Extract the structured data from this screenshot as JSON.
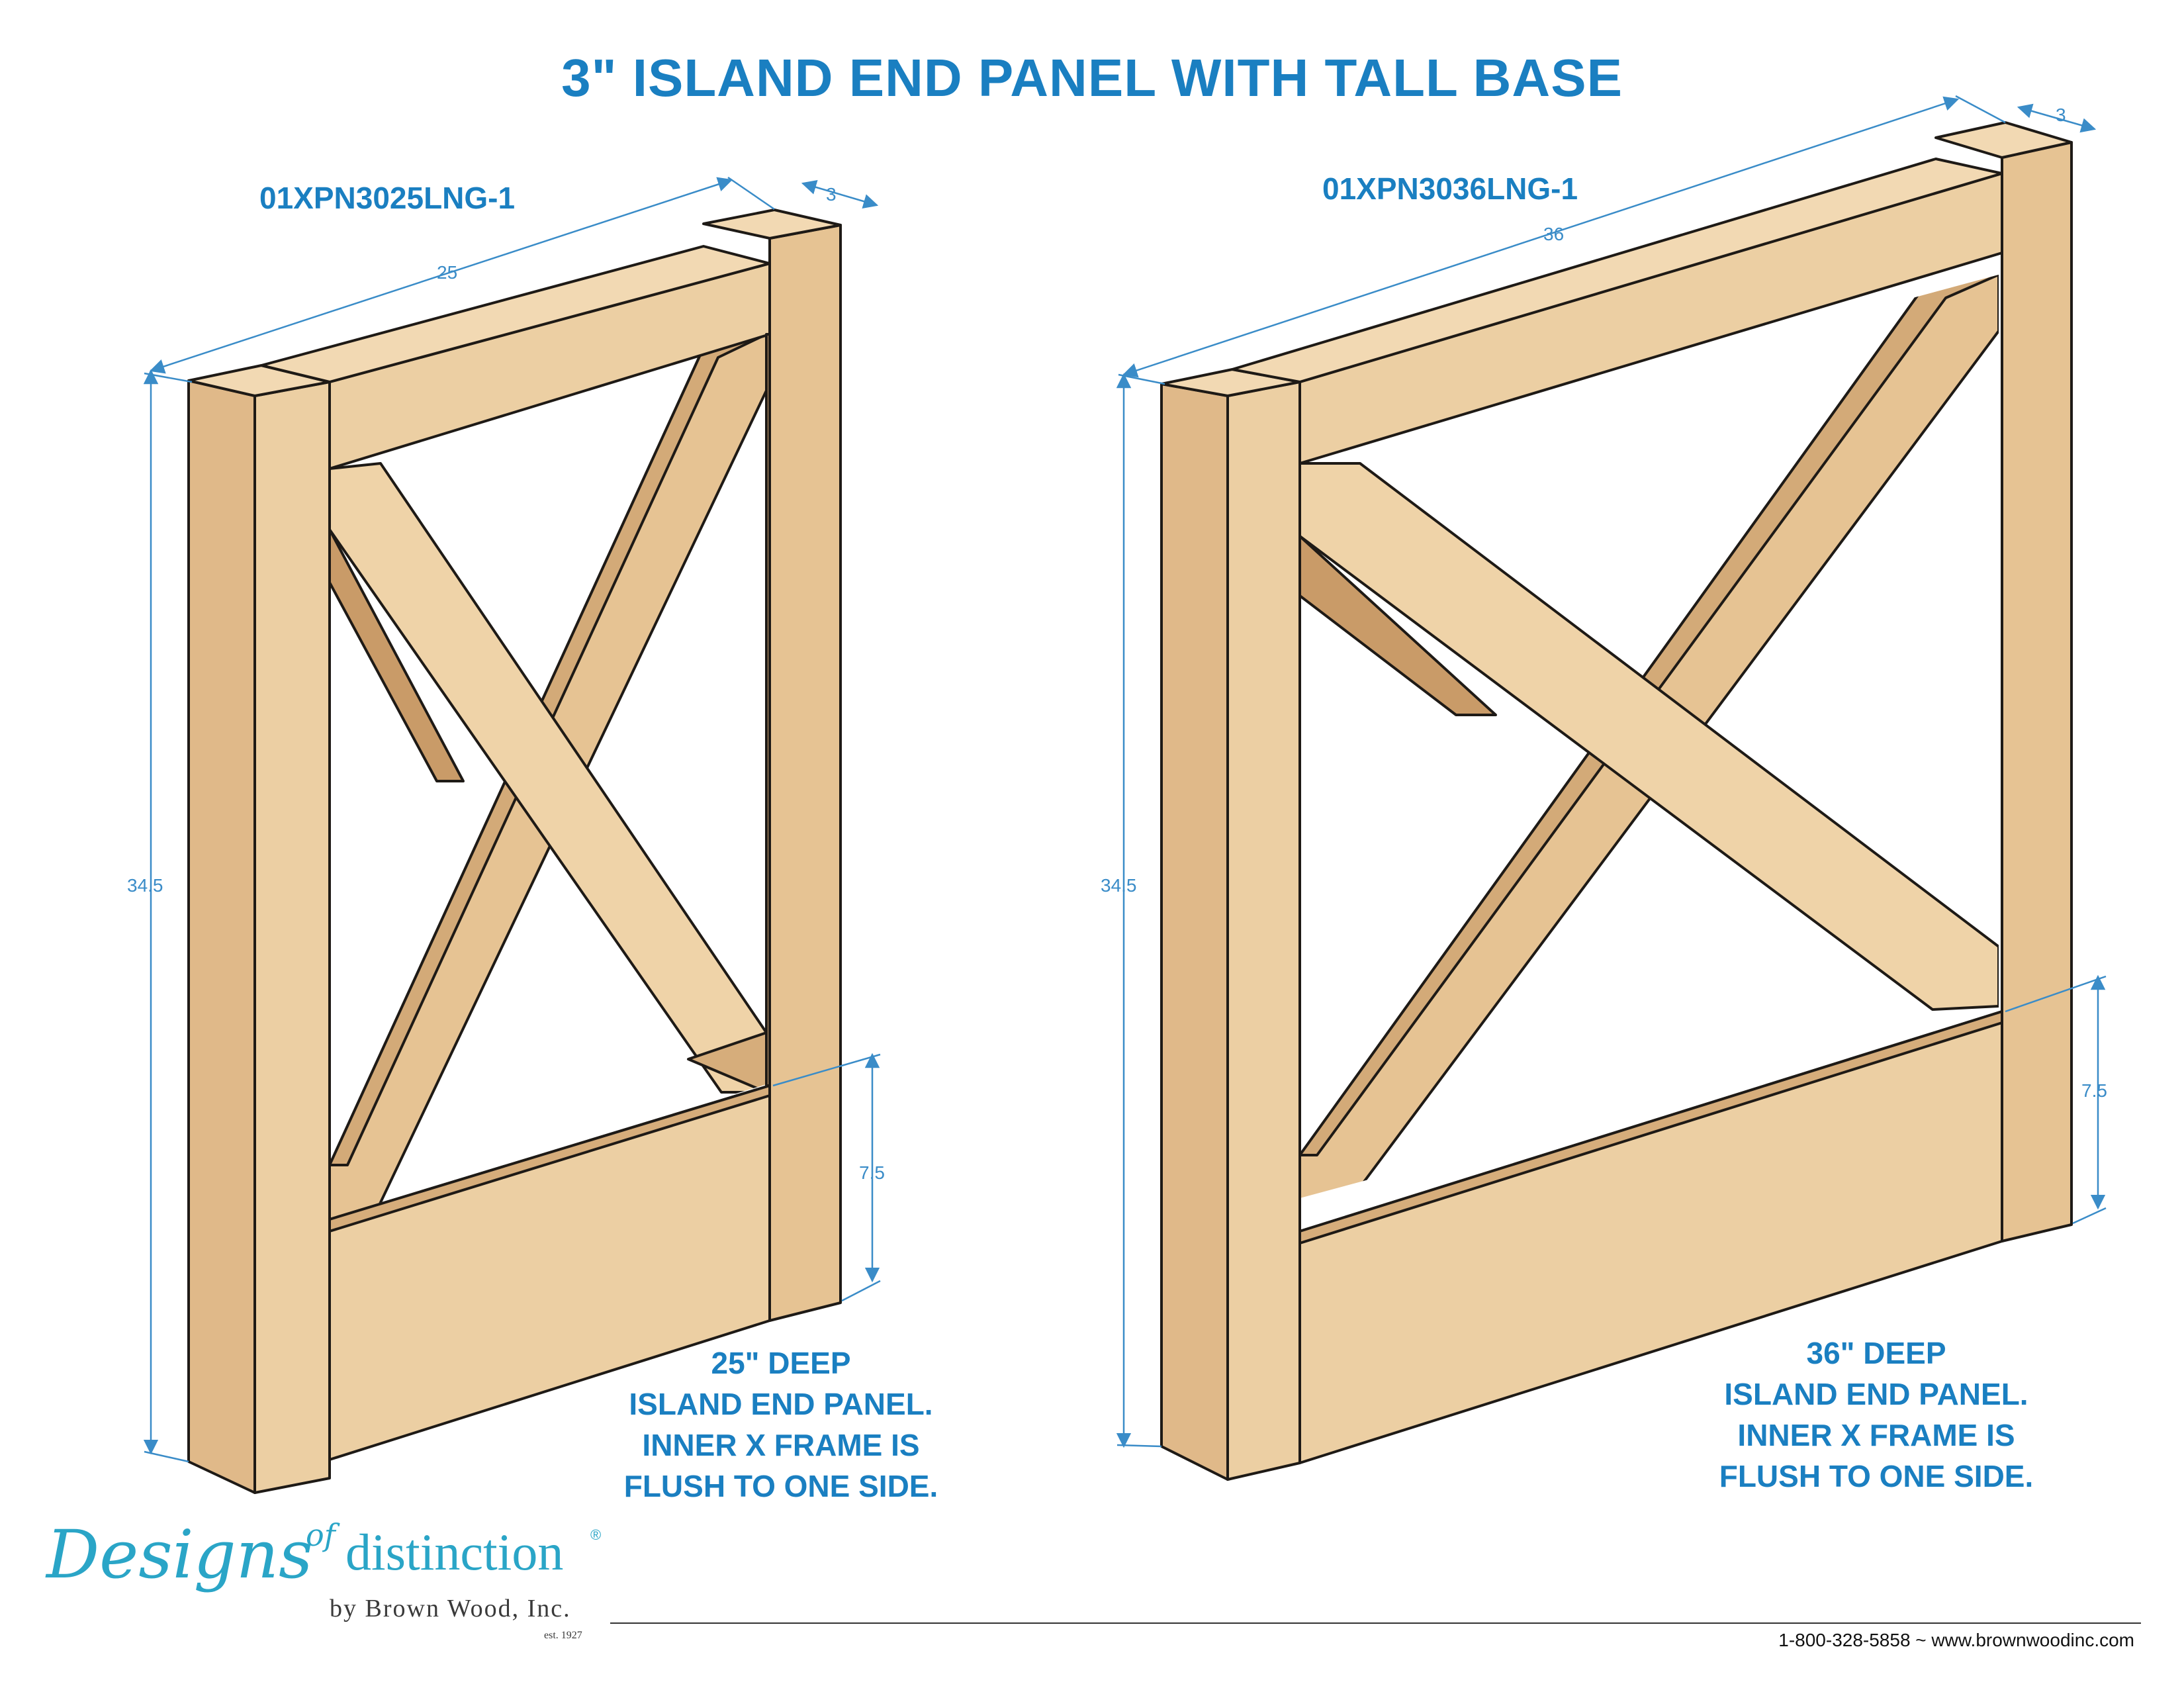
{
  "title": "3\" ISLAND END PANEL WITH TALL BASE",
  "colors": {
    "accent": "#1a7fc1",
    "dimension_line": "#3a8cc8",
    "wood_light": "#eccfa3",
    "wood_mid": "#e3bf8e",
    "wood_dark": "#cfa574",
    "outline": "#1e1a16",
    "logo_teal": "#2aa5c7"
  },
  "icons": [
    "dimension-arrow-icon",
    "registered-mark-icon"
  ],
  "panels": [
    {
      "code": "01XPN3025LNG-1",
      "depth_label": "25",
      "thickness_label": "3",
      "height_label": "34.5",
      "base_label": "7.5",
      "description": [
        "25\" DEEP",
        "ISLAND END PANEL.",
        "INNER X FRAME IS",
        "FLUSH TO ONE SIDE."
      ]
    },
    {
      "code": "01XPN3036LNG-1",
      "depth_label": "36",
      "thickness_label": "3",
      "height_label": "34.5",
      "base_label": "7.5",
      "description": [
        "36\" DEEP",
        "ISLAND END PANEL.",
        "INNER X FRAME IS",
        "FLUSH TO ONE SIDE."
      ]
    }
  ],
  "logo": {
    "script": "Designs",
    "of": "of",
    "distinction": "distinction",
    "registered": "®",
    "by": "by Brown Wood, Inc.",
    "est": "est. 1927"
  },
  "footer": {
    "contact": "1-800-328-5858 ~ www.brownwoodinc.com"
  }
}
